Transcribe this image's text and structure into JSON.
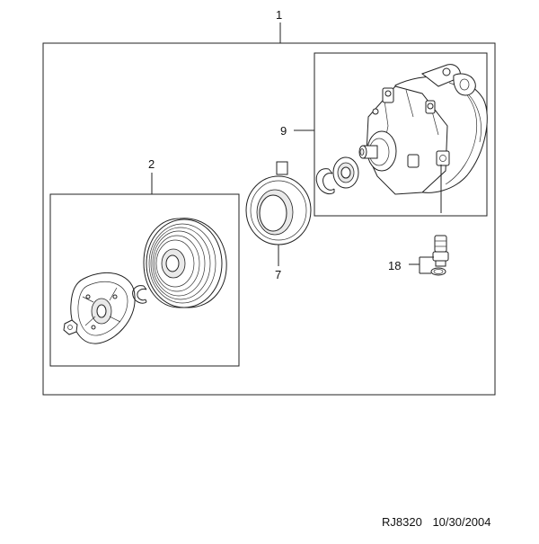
{
  "callouts": {
    "assembly": "1",
    "clutch_assembly": "2",
    "coil": "7",
    "compressor": "9",
    "valve": "18"
  },
  "footer": {
    "code": "RJ8320",
    "date": "10/30/2004"
  }
}
